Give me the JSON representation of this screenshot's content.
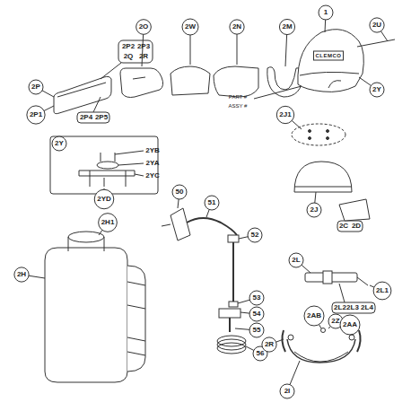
{
  "diagram": {
    "labels": [
      "2P2",
      "2P3",
      "2Q",
      "2R",
      "2P",
      "2P1",
      "2P4",
      "2P5",
      "2O",
      "2W",
      "2N",
      "2M",
      "1",
      "2U",
      "2Y",
      "PART #",
      "ASSY #",
      "CLEMCO",
      "2J1",
      "2J",
      "2C",
      "2D",
      "2Y",
      "2YB",
      "2YA",
      "2YC",
      "2YD",
      "50",
      "51",
      "52",
      "2L",
      "2L1",
      "2L2",
      "2L3",
      "2L4",
      "2H1",
      "2H",
      "53",
      "54",
      "55",
      "56",
      "2AB",
      "2Z",
      "2R",
      "2AA",
      "2I"
    ]
  }
}
